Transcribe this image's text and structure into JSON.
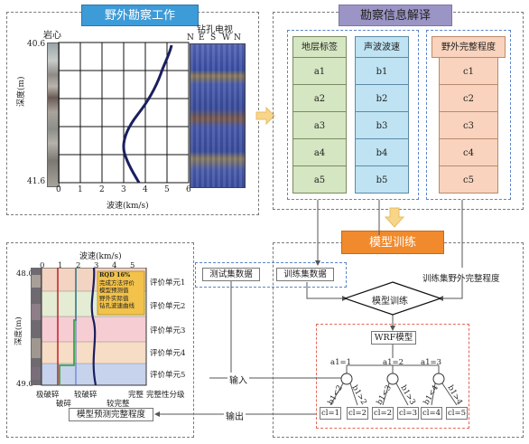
{
  "field_work": {
    "title": "野外勘察工作",
    "core_label": "岩心",
    "borehole_label": "钻孔电视",
    "compass": [
      "N",
      "E",
      "S",
      "W",
      "N"
    ],
    "depth_axis_label": "深度(m)",
    "depth_top": "40.6",
    "depth_bottom": "41.6",
    "velocity_label": "波速(km/s)",
    "velocity_ticks": [
      "0",
      "1",
      "2",
      "3",
      "4",
      "5",
      "6"
    ]
  },
  "interpretation": {
    "title": "勘察信息解译",
    "columns": [
      {
        "header": "地层标签",
        "items": [
          "a1",
          "a2",
          "a3",
          "a4",
          "a5"
        ],
        "color": "#d5e6c2"
      },
      {
        "header": "声波波速",
        "items": [
          "b1",
          "b2",
          "b3",
          "b4",
          "b5"
        ],
        "color": "#bfe3f2"
      },
      {
        "header": "野外完整程度",
        "items": [
          "c1",
          "c2",
          "c3",
          "c4",
          "c5"
        ],
        "color": "#f9d3bd"
      }
    ]
  },
  "model_training": {
    "title": "模型训练",
    "test_set": "测试集数据",
    "train_set": "训练集数据",
    "train_integrity": "训练集野外完整程度",
    "diamond": "模型训练",
    "wrf": "WRF模型",
    "branches": [
      "a1=1",
      "a1=2",
      "a1=3"
    ],
    "sub_branches": [
      "b1<2",
      "b1>2",
      "b1<3",
      "b1>3",
      "b1<4",
      "b1>4"
    ],
    "leaves": [
      "cl=1",
      "cl=2",
      "cl=2",
      "cl=3",
      "cl=4",
      "cl=5"
    ],
    "input_label": "输入",
    "output_label": "输出",
    "prediction": "模型预测完整程度"
  },
  "result_chart": {
    "velocity_label": "波速(km/s)",
    "velocity_ticks": [
      "0",
      "1",
      "2",
      "3",
      "4",
      "5"
    ],
    "depth_label": "深度(m)",
    "depth_top": "48.0",
    "depth_bottom": "49.0",
    "legend": [
      "RQD 16%",
      "完成方法评价",
      "模型预测值",
      "野外实际值",
      "钻孔波速曲线"
    ],
    "units": [
      "评价单元1",
      "评价单元2",
      "评价单元3",
      "评价单元4",
      "评价单元5"
    ],
    "grades_row1": [
      "极破碎",
      "较破碎",
      "完整",
      "完整性分级"
    ],
    "grades_row2": [
      "破碎",
      "较完整"
    ]
  }
}
